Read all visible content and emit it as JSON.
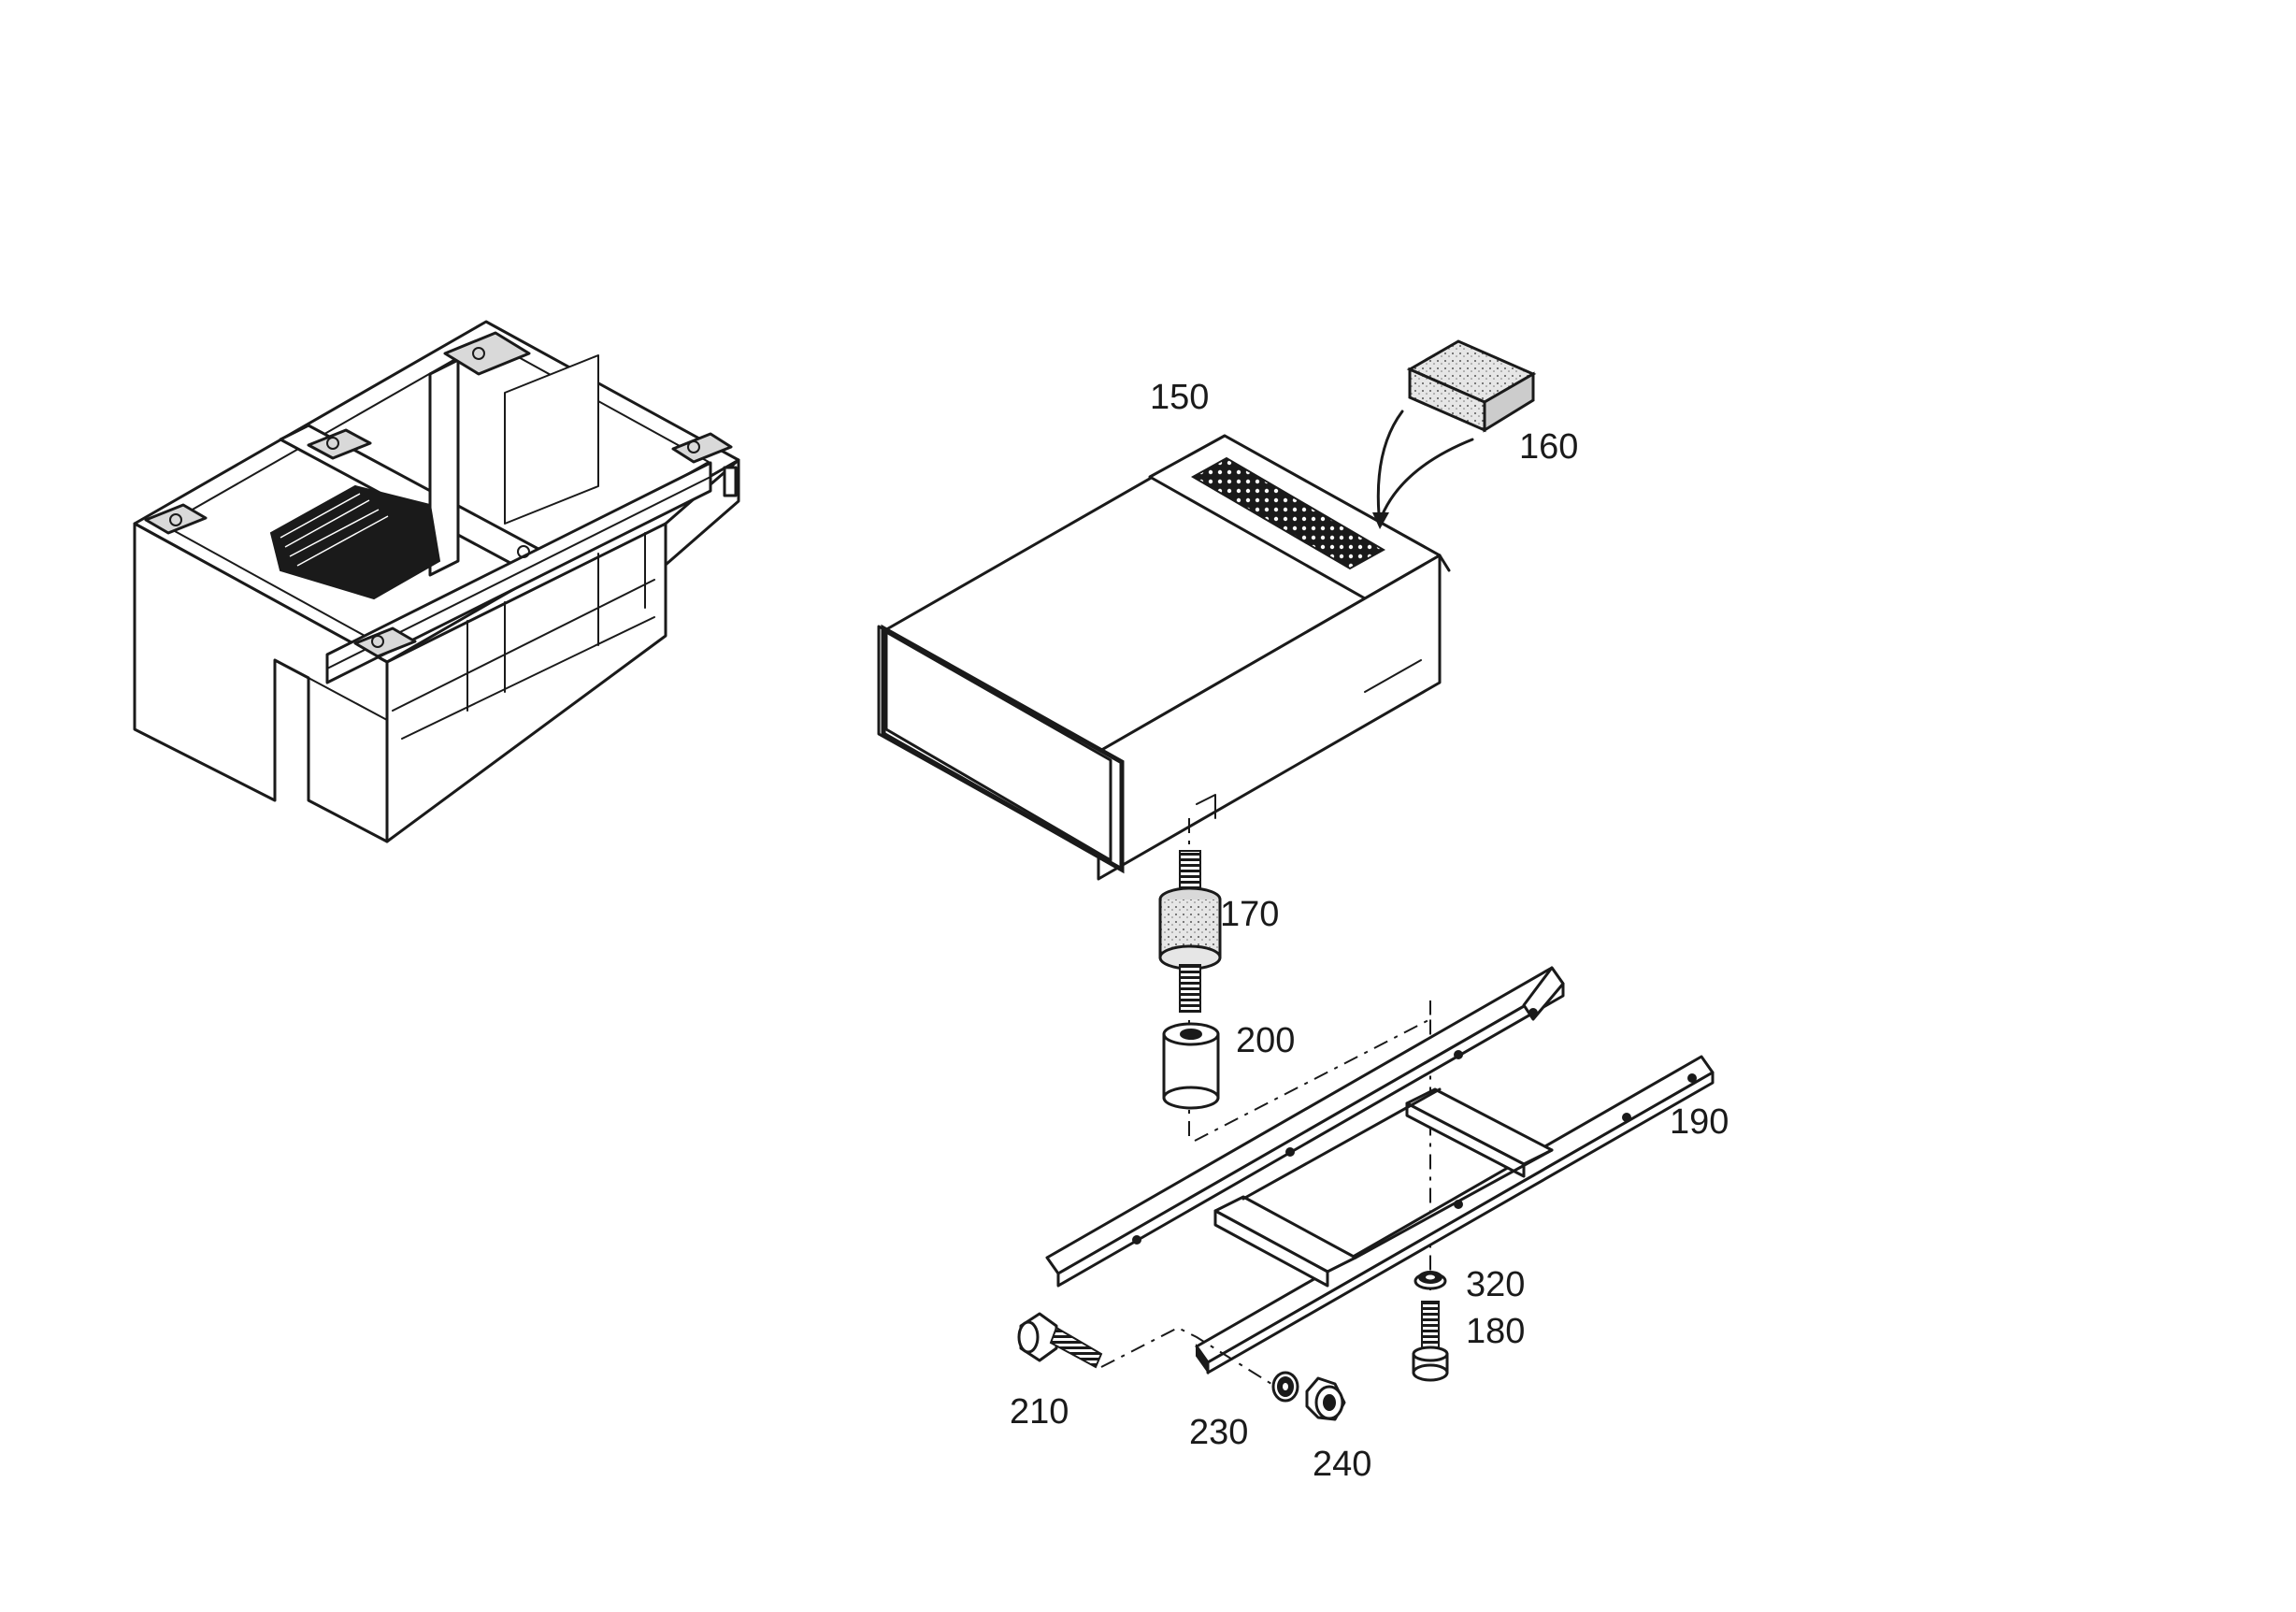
{
  "callouts": {
    "p150": "150",
    "p160": "160",
    "p170": "170",
    "p200": "200",
    "p190": "190",
    "p320": "320",
    "p180": "180",
    "p210": "210",
    "p230": "230",
    "p240": "240"
  }
}
